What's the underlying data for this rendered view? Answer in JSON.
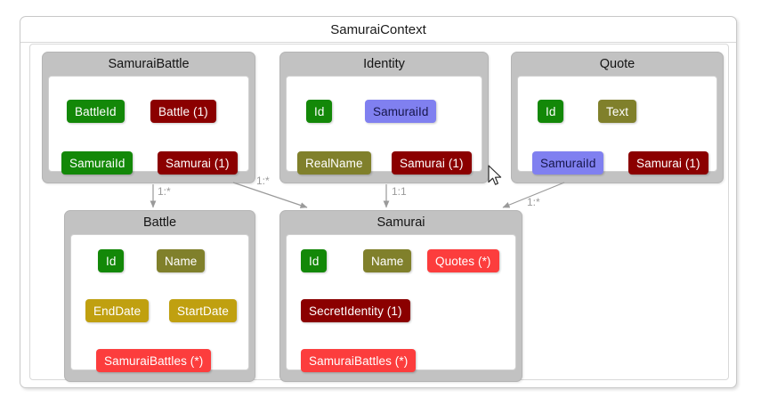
{
  "diagram": {
    "context_title": "SamuraiContext",
    "entities": [
      {
        "name": "SamuraiBattle",
        "properties": [
          {
            "label": "BattleId",
            "kind": "key"
          },
          {
            "label": "Battle (1)",
            "kind": "ref"
          },
          {
            "label": "SamuraiId",
            "kind": "key"
          },
          {
            "label": "Samurai (1)",
            "kind": "ref"
          }
        ]
      },
      {
        "name": "Identity",
        "properties": [
          {
            "label": "Id",
            "kind": "key"
          },
          {
            "label": "SamuraiId",
            "kind": "fk"
          },
          {
            "label": "RealName",
            "kind": "scalar"
          },
          {
            "label": "Samurai (1)",
            "kind": "ref"
          }
        ]
      },
      {
        "name": "Quote",
        "properties": [
          {
            "label": "Id",
            "kind": "key"
          },
          {
            "label": "Text",
            "kind": "scalar"
          },
          {
            "label": "SamuraiId",
            "kind": "fk"
          },
          {
            "label": "Samurai (1)",
            "kind": "ref"
          }
        ]
      },
      {
        "name": "Battle",
        "properties": [
          {
            "label": "Id",
            "kind": "key"
          },
          {
            "label": "Name",
            "kind": "scalar"
          },
          {
            "label": "EndDate",
            "kind": "date"
          },
          {
            "label": "StartDate",
            "kind": "date"
          },
          {
            "label": "SamuraiBattles (*)",
            "kind": "coll"
          }
        ]
      },
      {
        "name": "Samurai",
        "properties": [
          {
            "label": "Id",
            "kind": "key"
          },
          {
            "label": "Name",
            "kind": "scalar"
          },
          {
            "label": "Quotes (*)",
            "kind": "coll"
          },
          {
            "label": "SecretIdentity (1)",
            "kind": "ref"
          },
          {
            "label": "SamuraiBattles (*)",
            "kind": "coll"
          }
        ]
      }
    ],
    "relationships": [
      {
        "from": "SamuraiBattle",
        "to": "Battle",
        "cardinality": "1:*"
      },
      {
        "from": "SamuraiBattle",
        "to": "Samurai",
        "cardinality": "1:*"
      },
      {
        "from": "Identity",
        "to": "Samurai",
        "cardinality": "1:1"
      },
      {
        "from": "Quote",
        "to": "Samurai",
        "cardinality": "1:*"
      }
    ],
    "colors": {
      "key": "#138808",
      "ref": "#8B0000",
      "fk": "#8080F0",
      "scalar": "#80802B",
      "date": "#C0A010",
      "collection": "#FC3D3D",
      "entity_header": "#C2C2C2",
      "connector": "#9a9a9a"
    }
  }
}
